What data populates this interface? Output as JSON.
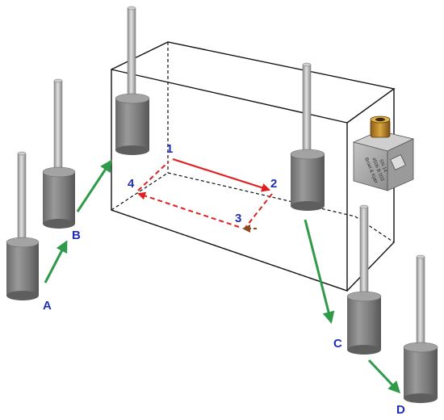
{
  "colors": {
    "letter_label": "#1f2fb3",
    "number_label": "#1f2fb3",
    "arrow_green": "#2e9a4a",
    "path_red": "#e02020",
    "path_brown": "#8a4a1e",
    "box_edge": "#111111",
    "weight_body": "#7b7b7b",
    "rod": "#bdbdbd",
    "sensor_body": "#a7a7a7",
    "connector": "#c48a2a"
  },
  "labels": {
    "A": "A",
    "B": "B",
    "C": "C",
    "D": "D",
    "p1": "1",
    "p2": "2",
    "p3": "3",
    "p4": "4"
  },
  "sensor": {
    "face_text_1": "Brüel & Kjær",
    "face_text_2": "4506 B 003",
    "face_text_3": "SN 14",
    "icon": "triaxial-accelerometer-icon"
  }
}
